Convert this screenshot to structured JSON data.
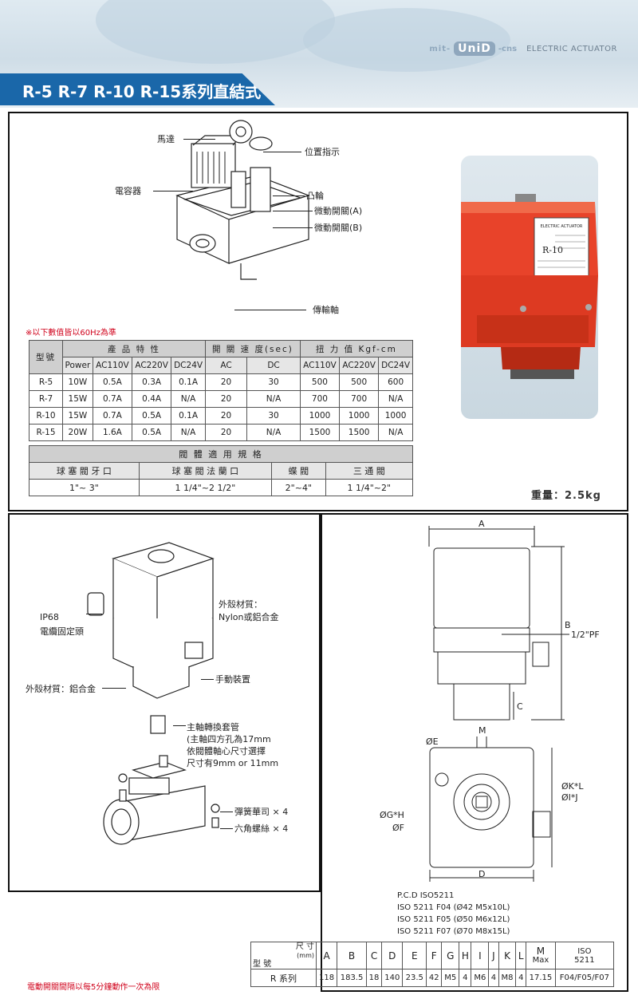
{
  "brand": {
    "prefix": "mit-",
    "name": "UniD",
    "suffix": "-cns",
    "tagline": "ELECTRIC ACTUATOR"
  },
  "title": "R-5 R-7 R-10 R-15系列直結式",
  "diagram_top": {
    "labels": {
      "motor": "馬達",
      "position_indicator": "位置指示",
      "capacitor": "電容器",
      "cam": "凸輪",
      "microswitch_a": "微動開關(A)",
      "microswitch_b": "微動開關(B)",
      "drive_shaft": "傳輸軸"
    }
  },
  "note_60hz": "※以下數值皆以60Hz為準",
  "spec_table": {
    "model_header": "型號",
    "group_headers": {
      "product": "產 品 特 性",
      "speed": "開 關 速 度(sec)",
      "torque": "扭 力 值 Kgf-cm"
    },
    "sub_headers": [
      "Power",
      "AC110V",
      "AC220V",
      "DC24V",
      "AC",
      "DC",
      "AC110V",
      "AC220V",
      "DC24V"
    ],
    "rows": [
      {
        "model": "R-5",
        "cells": [
          "10W",
          "0.5A",
          "0.3A",
          "0.1A",
          "20",
          "30",
          "500",
          "500",
          "600"
        ]
      },
      {
        "model": "R-7",
        "cells": [
          "15W",
          "0.7A",
          "0.4A",
          "N/A",
          "20",
          "N/A",
          "700",
          "700",
          "N/A"
        ]
      },
      {
        "model": "R-10",
        "cells": [
          "15W",
          "0.7A",
          "0.5A",
          "0.1A",
          "20",
          "30",
          "1000",
          "1000",
          "1000"
        ]
      },
      {
        "model": "R-15",
        "cells": [
          "20W",
          "1.6A",
          "0.5A",
          "N/A",
          "20",
          "N/A",
          "1500",
          "1500",
          "N/A"
        ]
      }
    ]
  },
  "valve_table": {
    "title": "閥 體 適 用 規 格",
    "headers": [
      "球 塞 閥 牙 口",
      "球 塞 閥 法 蘭 口",
      "蝶 閥",
      "三 通 閥"
    ],
    "values": [
      "1\"~ 3\"",
      "1 1/4\"~2 1/2\"",
      "2\"~4\"",
      "1 1/4\"~2\""
    ]
  },
  "weight": "重量：2.5kg",
  "photo_plate": {
    "model": "R-10",
    "header": "ELECTRIC ACTUATOR"
  },
  "diagram_bl": {
    "labels": {
      "ip68": "IP68",
      "cable_gland": "電纜固定頭",
      "housing_top": "外殼材質：",
      "housing_top_material": "Nylon或鋁合金",
      "housing_bottom": "外殼材質：鋁合金",
      "manual": "手動裝置",
      "sleeve_1": "主軸轉換套管",
      "sleeve_2": "(主軸四方孔為17mm",
      "sleeve_3": "依閥體軸心尺寸選擇",
      "sleeve_4": "尺寸有9mm or 11mm",
      "washer": "彈簧華司 × 4",
      "bolt": "六角螺絲 × 4"
    }
  },
  "diagram_br": {
    "labels": {
      "a": "A",
      "b": "B",
      "c": "C",
      "d": "D",
      "m": "M",
      "pf": "1/2\"PF",
      "e": "ØE",
      "kl": "ØK*L",
      "ij": "ØI*J",
      "gh": "ØG*H",
      "f": "ØF"
    },
    "pcd": [
      "P.C.D ISO5211",
      "ISO 5211 F04 (Ø42 M5x10L)",
      "ISO 5211 F05 (Ø50 M6x12L)",
      "ISO 5211 F07 (Ø70 M8x15L)"
    ]
  },
  "dim_table": {
    "corner_top": "尺 寸",
    "corner_unit": "(mm)",
    "corner_bottom": "型 號",
    "headers": [
      "A",
      "B",
      "C",
      "D",
      "E",
      "F",
      "G",
      "H",
      "I",
      "J",
      "K",
      "L",
      "M",
      "ISO"
    ],
    "header_subs": {
      "M": "Max",
      "ISO": "5211"
    },
    "row_label": "R 系列",
    "values": [
      "118",
      "183.5",
      "18",
      "140",
      "23.5",
      "42",
      "M5",
      "4",
      "M6",
      "4",
      "M8",
      "4",
      "17.15",
      "F04/F05/F07"
    ]
  },
  "footer_note": "電動開關間隔以每5分鐘動作一次為限",
  "colors": {
    "accent_blue": "#1a67a9",
    "note_red": "#d0021b",
    "actuator_red": "#e8432a"
  }
}
